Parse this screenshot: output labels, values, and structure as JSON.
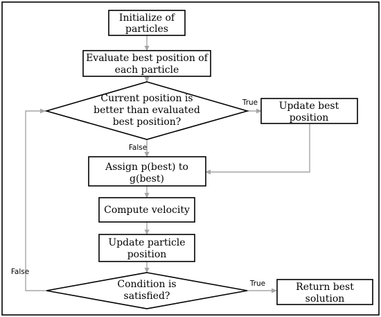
{
  "colors": {
    "stroke": "#000000",
    "connector": "#a6a6a6",
    "background": "#ffffff"
  },
  "nodes": {
    "initialize": {
      "line1": "Initialize of",
      "line2": "particles"
    },
    "evaluate": {
      "line1": "Evaluate best position of",
      "line2": "each particle"
    },
    "compare": {
      "line1": "Current position is",
      "line2": "better than evaluated",
      "line3": "best position?"
    },
    "update_best": {
      "line1": "Update best",
      "line2": "position"
    },
    "assign": {
      "line1": "Assign p(best) to",
      "line2": "g(best)"
    },
    "velocity": {
      "line1": "Compute velocity"
    },
    "update_particle": {
      "line1": "Update particle",
      "line2": "position"
    },
    "condition": {
      "line1": "Condition is",
      "line2": "satisfied?"
    },
    "return": {
      "line1": "Return best",
      "line2": "solution"
    }
  },
  "edge_labels": {
    "compare_true": "True",
    "compare_false": "False",
    "condition_true": "True",
    "condition_false": "False"
  }
}
